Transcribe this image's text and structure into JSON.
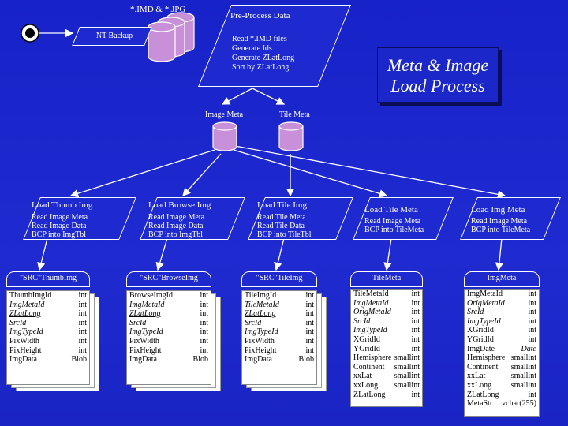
{
  "top": {
    "files_label": "*.IMD & *.JPG",
    "preprocess_label": "Pre-Process Data",
    "backup_label": "NT Backup",
    "steps": [
      "Read *.IMD files",
      "Generate Ids",
      "Generate ZLatLong",
      "Sort by ZLatLong"
    ]
  },
  "title": {
    "line1": "Meta & Image",
    "line2": "Load Process"
  },
  "stores": {
    "image_meta": "Image Meta",
    "tile_meta": "Tile Meta"
  },
  "loads": [
    {
      "title": "Load Thumb Img",
      "lines": [
        "Read Image Meta",
        "Read Image Data",
        "BCP into ImgTbl"
      ]
    },
    {
      "title": "Load Browse Img",
      "lines": [
        "Read Image Meta",
        "Read Image Data",
        "BCP into ImgTbl"
      ]
    },
    {
      "title": "Load Tile Img",
      "lines": [
        "Read Tile Meta",
        "Read Tile Data",
        "BCP into TileTbl"
      ]
    },
    {
      "title": "Load Tile Meta",
      "lines": [
        "Read Image Meta",
        "BCP into TileMeta"
      ]
    },
    {
      "title": "Load Img Meta",
      "lines": [
        "Read Image Meta",
        "BCP into TileMeta"
      ]
    }
  ],
  "tables": [
    {
      "header": "\"SRC\"ThumbImg",
      "rows": [
        [
          "ThumbImgId",
          "int"
        ],
        [
          "ImgMetaId",
          "int"
        ],
        [
          "ZLatLong",
          "int"
        ],
        [
          "SrcId",
          "int"
        ],
        [
          "ImgTypeId",
          "int"
        ],
        [
          "PixWidth",
          "int"
        ],
        [
          "PixHeight",
          "int"
        ],
        [
          "ImgData",
          "Blob"
        ]
      ]
    },
    {
      "header": "\"SRC\"BrowseImg",
      "rows": [
        [
          "BrowseImgId",
          "int"
        ],
        [
          "ImgMetaId",
          "int"
        ],
        [
          "ZLatLong",
          "int"
        ],
        [
          "SrcId",
          "int"
        ],
        [
          "ImgTypeId",
          "int"
        ],
        [
          "PixWidth",
          "int"
        ],
        [
          "PixHeight",
          "int"
        ],
        [
          "ImgData",
          "Blob"
        ]
      ]
    },
    {
      "header": "\"SRC\"TileImg",
      "rows": [
        [
          "TileImgId",
          "int"
        ],
        [
          "TileMetaId",
          "int"
        ],
        [
          "ZLatLong",
          "int"
        ],
        [
          "SrcId",
          "int"
        ],
        [
          "ImgTypeId",
          "int"
        ],
        [
          "PixWidth",
          "int"
        ],
        [
          "PixHeight",
          "int"
        ],
        [
          "ImgData",
          "Blob"
        ]
      ]
    },
    {
      "header": "TileMeta",
      "rows": [
        [
          "TileMetaId",
          "int"
        ],
        [
          "ImgMetaId",
          "int"
        ],
        [
          "OrigMetaId",
          "int"
        ],
        [
          "SrcId",
          "int"
        ],
        [
          "ImgTypeId",
          "int"
        ],
        [
          "XGridId",
          "int"
        ],
        [
          "YGridId",
          "int"
        ],
        [
          "Hemisphere",
          "smallint"
        ],
        [
          "Continent",
          "smallint"
        ],
        [
          "xxLat",
          "smallint"
        ],
        [
          "xxLong",
          "smallint"
        ],
        [
          "ZLatLong",
          "int"
        ]
      ]
    },
    {
      "header": "ImgMeta",
      "rows": [
        [
          "ImgMetaId",
          "int"
        ],
        [
          "OrigMetaId",
          "int"
        ],
        [
          "SrcId",
          "int"
        ],
        [
          "ImgTypeId",
          "int"
        ],
        [
          "XGridId",
          "int"
        ],
        [
          "YGridId",
          "int"
        ],
        [
          "ImgDate",
          "Date"
        ],
        [
          "Hemisphere",
          "smallint"
        ],
        [
          "Continent",
          "smallint"
        ],
        [
          "xxLat",
          "smallint"
        ],
        [
          "xxLong",
          "smallint"
        ],
        [
          "ZLatLong",
          "int"
        ],
        [
          "MetaStr",
          "vchar(255)"
        ]
      ]
    }
  ]
}
